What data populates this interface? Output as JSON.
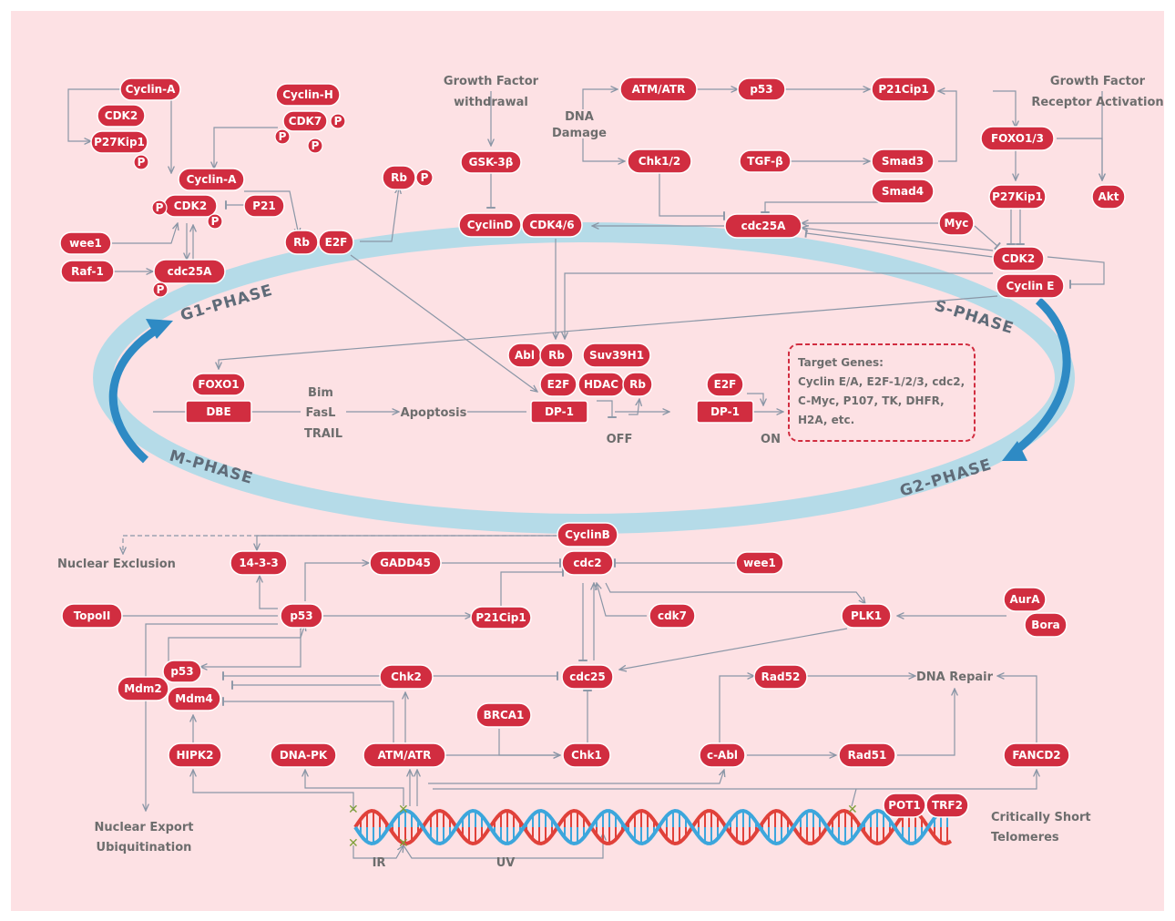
{
  "colors": {
    "background": "#fde1e4",
    "node_fill": "#d12d40",
    "node_stroke": "#ffffff",
    "edge": "#8a96a6",
    "cycle_ring": "#b5dbe8",
    "cycle_arrow": "#2e8ac4",
    "text": "#6d6d6d",
    "dna_red": "#e0413a",
    "dna_blue": "#3ca6dc"
  },
  "nodes": {
    "cyclin_a_top": "Cyclin-A",
    "cdk2_top": "CDK2",
    "p27_top": "P27Kip1",
    "cyclin_h": "Cyclin-H",
    "cdk7_top": "CDK7",
    "cyclin_a_mid": "Cyclin-A",
    "cdk2_mid": "CDK2",
    "p21_mid": "P21",
    "wee1_top": "wee1",
    "raf1": "Raf-1",
    "cdc25a_left": "cdc25A",
    "rb_left": "Rb",
    "e2f_left": "E2F",
    "rb_top": "Rb",
    "gsk3b": "GSK-3β",
    "cyclind": "CyclinD",
    "cdk46": "CDK4/6",
    "atm_atr_top": "ATM/ATR",
    "p53_top": "p53",
    "p21_top": "P21Cip1",
    "chk12": "Chk1/2",
    "tgfb": "TGF-β",
    "smad3": "Smad3",
    "smad4": "Smad4",
    "cdc25a_right": "cdc25A",
    "myc": "Myc",
    "foxo13": "FOXO1/3",
    "p27_right": "P27Kip1",
    "akt": "Akt",
    "cdk2_right": "CDK2",
    "cycline": "Cyclin E",
    "foxo1": "FOXO1",
    "dbe": "DBE",
    "abl": "Abl",
    "rb_center": "Rb",
    "suv39h1": "Suv39H1",
    "e2f_center": "E2F",
    "hdac": "HDAC",
    "rb_hdac": "Rb",
    "dp1_center": "DP-1",
    "e2f_on": "E2F",
    "dp1_on": "DP-1",
    "cyclinb": "CyclinB",
    "cdc2": "cdc2",
    "wee1_bottom": "wee1",
    "gadd45": "GADD45",
    "n1433": "14-3-3",
    "p53_bottom": "p53",
    "topoii": "TopoII",
    "p21_bottom": "P21Cip1",
    "cdk7_bottom": "cdk7",
    "plk1": "PLK1",
    "aura": "AurA",
    "bora": "Bora",
    "mdm2": "Mdm2",
    "p53_mdm": "p53",
    "mdm4": "Mdm4",
    "chk2": "Chk2",
    "cdc25": "cdc25",
    "rad52": "Rad52",
    "brca1": "BRCA1",
    "hipk2": "HIPK2",
    "dnapk": "DNA-PK",
    "atm_atr_bottom": "ATM/ATR",
    "chk1": "Chk1",
    "cabl": "c-Abl",
    "rad51": "Rad51",
    "fancd2": "FANCD2",
    "pot1": "POT1",
    "trf2": "TRF2",
    "phospho": "P"
  },
  "labels": {
    "growth_factor_withdrawal_1": "Growth Factor",
    "growth_factor_withdrawal_2": "withdrawal",
    "dna_damage_1": "DNA",
    "dna_damage_2": "Damage",
    "gf_receptor_1": "Growth Factor",
    "gf_receptor_2": "Receptor Activation",
    "bim": "Bim",
    "fasl": "FasL",
    "trail": "TRAIL",
    "apoptosis": "Apoptosis",
    "off": "OFF",
    "on": "ON",
    "nuclear_exclusion": "Nuclear Exclusion",
    "dna_repair": "DNA Repair",
    "nuclear_export_1": "Nuclear Export",
    "nuclear_export_2": "Ubiquitination",
    "critically_short_1": "Critically Short",
    "critically_short_2": "Telomeres",
    "ir": "IR",
    "uv": "UV"
  },
  "phases": {
    "g1": "G1-PHASE",
    "s": "S-PHASE",
    "g2": "G2-PHASE",
    "m": "M-PHASE"
  },
  "target_genes": {
    "line1": "Target Genes:",
    "line2": "Cyclin E/A, E2F-1/2/3, cdc2,",
    "line3": "C-Myc, P107, TK, DHFR,",
    "line4": "H2A, etc."
  }
}
